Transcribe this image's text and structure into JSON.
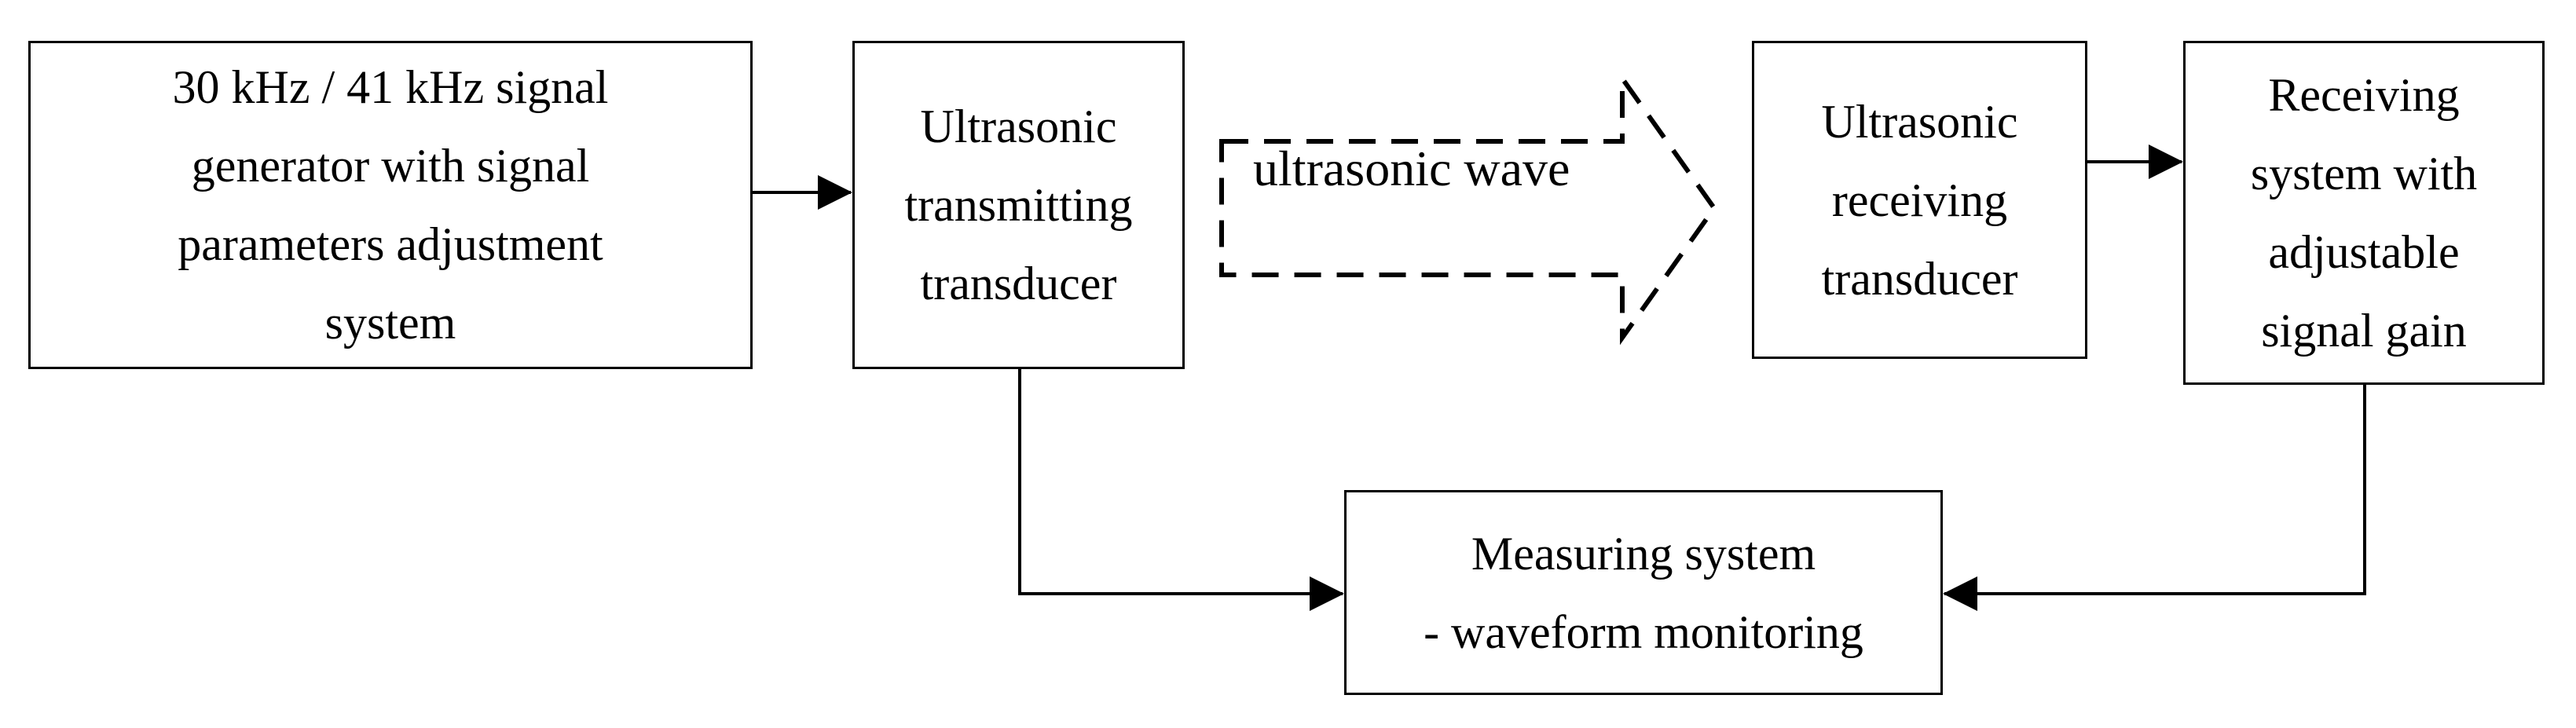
{
  "diagram": {
    "blocks": {
      "generator": "30 kHz / 41 kHz signal\ngenerator with signal\nparameters adjustment\nsystem",
      "transmitter": "Ultrasonic\ntransmitting\ntransducer",
      "receiver": "Ultrasonic\nreceiving\ntransducer",
      "receiving_system": "Receiving\nsystem with\nadjustable\nsignal gain",
      "measuring": "Measuring system\n- waveform monitoring"
    },
    "wave_label": "ultrasonic wave",
    "colors": {
      "line": "#000000",
      "background": "#ffffff"
    }
  }
}
